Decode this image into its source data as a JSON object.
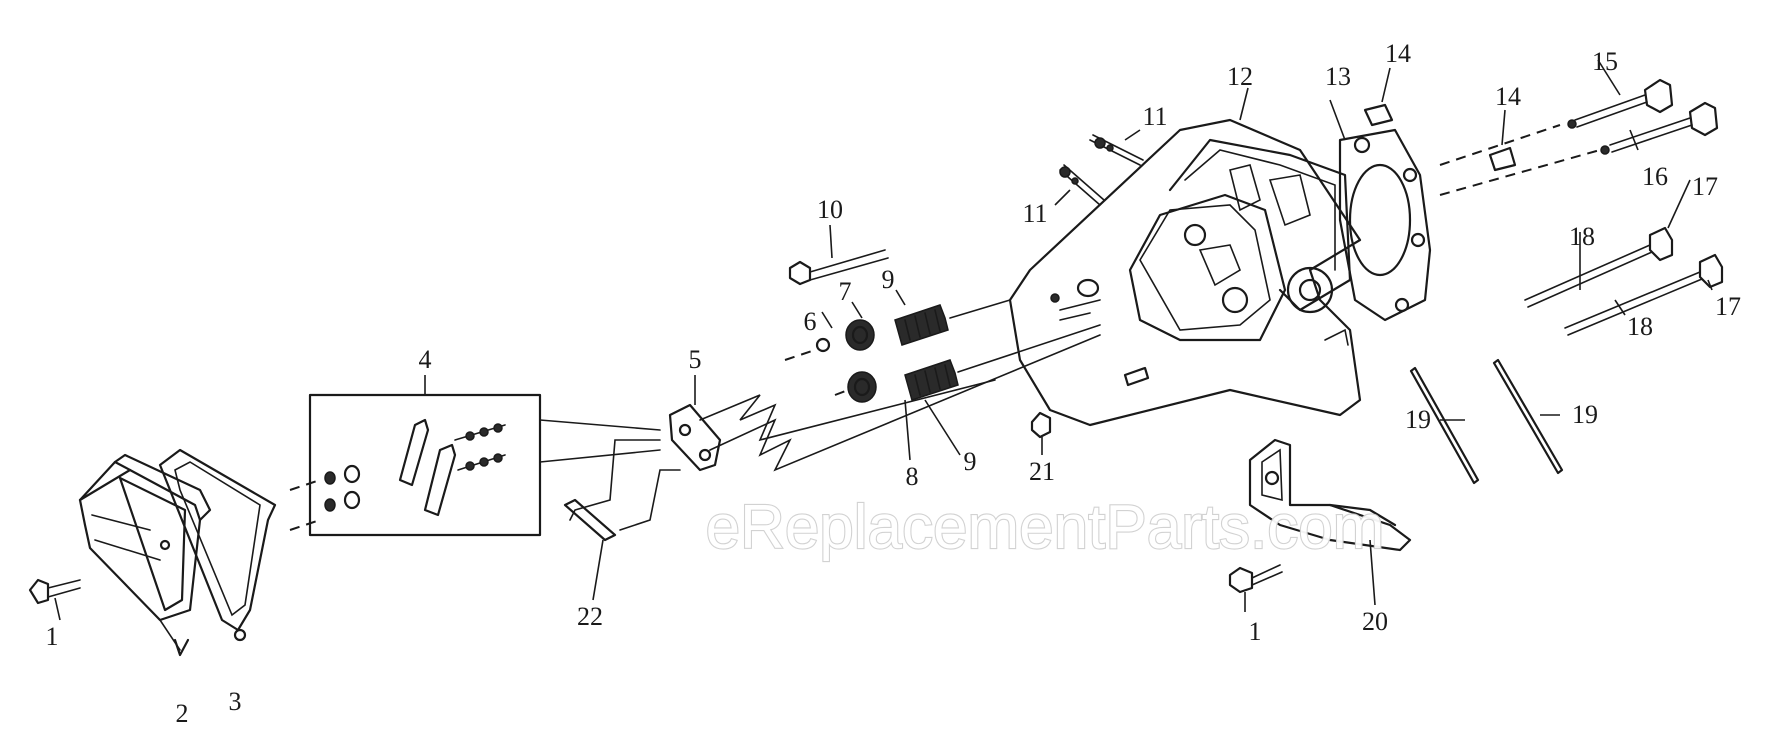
{
  "watermark": "eReplacementParts.com",
  "callouts": {
    "p1a": "1",
    "p2": "2",
    "p3": "3",
    "p4": "4",
    "p5": "5",
    "p6": "6",
    "p7": "7",
    "p8": "8",
    "p9a": "9",
    "p9b": "9",
    "p10": "10",
    "p11a": "11",
    "p11b": "11",
    "p12": "12",
    "p13": "13",
    "p14a": "14",
    "p14b": "14",
    "p15": "15",
    "p16": "16",
    "p17a": "17",
    "p17b": "17",
    "p18a": "18",
    "p18b": "18",
    "p19a": "19",
    "p19b": "19",
    "p20": "20",
    "p1b": "1",
    "p21": "21",
    "p22": "22"
  }
}
